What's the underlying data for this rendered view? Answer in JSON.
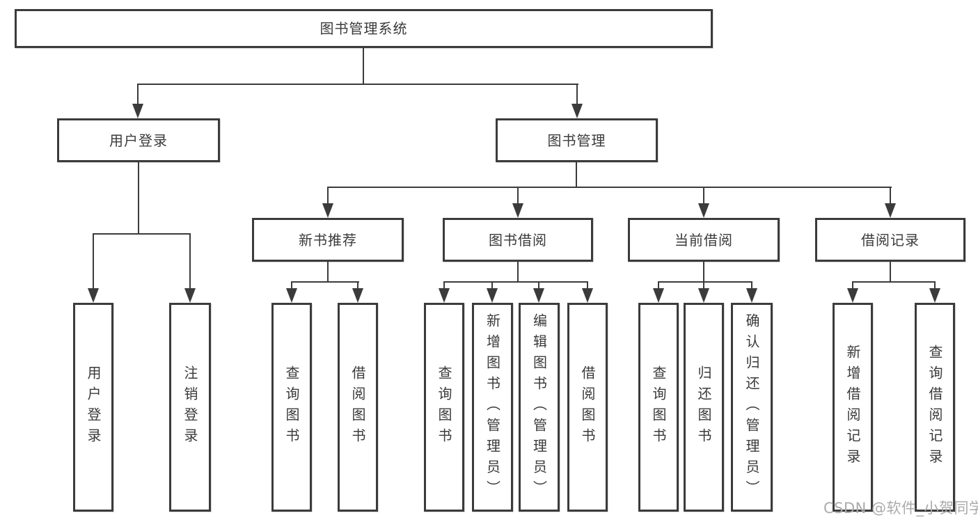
{
  "tree": {
    "root": "图书管理系统",
    "user_login": {
      "label": "用户登录",
      "children": [
        "用户登录",
        "注销登录"
      ]
    },
    "book_management": {
      "label": "图书管理",
      "sections": [
        {
          "label": "新书推荐",
          "children": [
            "查询图书",
            "借阅图书"
          ]
        },
        {
          "label": "图书借阅",
          "children": [
            "查询图书",
            "新增图书（管理员）",
            "编辑图书（管理员）",
            "借阅图书"
          ]
        },
        {
          "label": "当前借阅",
          "children": [
            "查询图书",
            "归还图书",
            "确认归还（管理员）"
          ]
        },
        {
          "label": "借阅记录",
          "children": [
            "新增借阅记录",
            "查询借阅记录"
          ]
        }
      ]
    }
  },
  "watermark": "CSDN @软件_小贺同学",
  "colors": {
    "line": "#3b3b3b",
    "text": "#3a3a3a",
    "watermark_color": "#ababab",
    "background": "#ffffff"
  }
}
